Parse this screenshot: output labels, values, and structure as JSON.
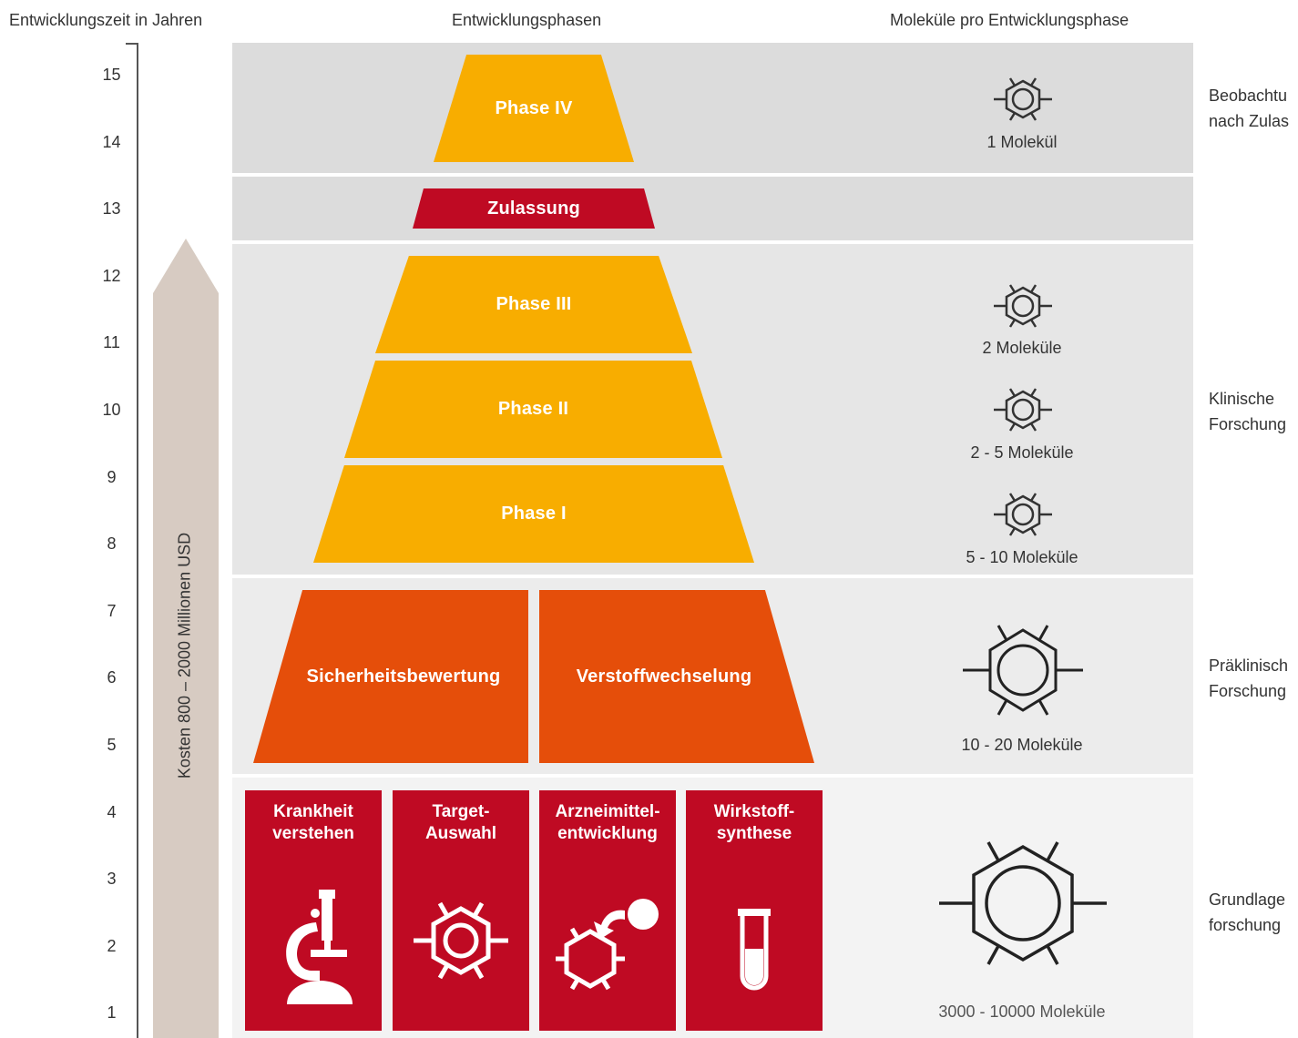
{
  "headers": {
    "time": "Entwicklungszeit in Jahren",
    "phases": "Entwicklungsphasen",
    "molecules": "Moleküle pro Entwicklungsphase"
  },
  "years": [
    "15",
    "14",
    "13",
    "12",
    "11",
    "10",
    "9",
    "8",
    "7",
    "6",
    "5",
    "4",
    "3",
    "2",
    "1"
  ],
  "cost_label": "Kosten 800 – 2000 Millionen USD",
  "phases": {
    "phase4": "Phase IV",
    "approval": "Zulassung",
    "phase3": "Phase III",
    "phase2": "Phase II",
    "phase1": "Phase I",
    "safety": "Sicherheitsbewertung",
    "metabolism": "Verstoffwechselung"
  },
  "research_cards": [
    {
      "label": "Krankheit\nverstehen",
      "icon": "microscope-icon"
    },
    {
      "label": "Target-\nAuswahl",
      "icon": "molecule-icon"
    },
    {
      "label": "Arzneimittel-\nentwicklung",
      "icon": "molecule-docking-icon"
    },
    {
      "label": "Wirkstoff-\nsynthese",
      "icon": "test-tube-icon"
    }
  ],
  "molecule_counts": {
    "phase4": "1 Molekül",
    "phase3": "2 Moleküle",
    "phase2": "2 - 5 Moleküle",
    "phase1": "5 - 10 Moleküle",
    "preclinical": "10 - 20 Moleküle",
    "basic": "3000 - 10000 Moleküle"
  },
  "categories": {
    "observation": "Beobachtu\nnach Zulas",
    "clinical": "Klinische\nForschung",
    "preclinical": "Präklinisch\nForschung",
    "basic": "Grundlage\nforschung"
  },
  "colors": {
    "yellow": "#f8ad00",
    "orange": "#e54e0a",
    "red": "#bf0a23",
    "band_dark": "#dcdcdc",
    "band_mid": "#e6e6e6",
    "band_light": "#f3f3f3",
    "arrow": "#d7cbc2"
  }
}
